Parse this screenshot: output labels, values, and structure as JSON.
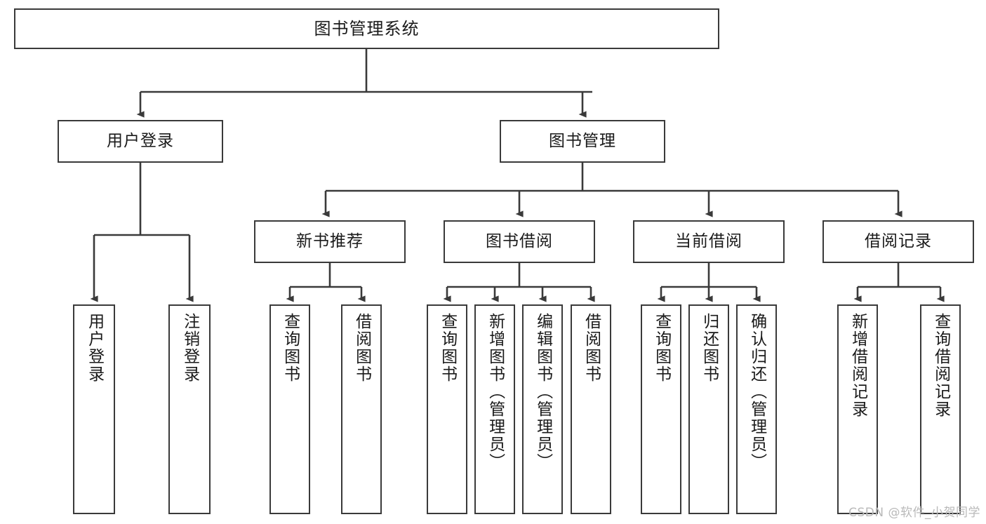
{
  "diagram": {
    "title": "图书管理系统",
    "watermark": "CSDN @软件_小贺同学",
    "colors": {
      "stroke": "#3a3a3a",
      "fill": "#ffffff",
      "text": "#1a1a1a",
      "watermark": "#b9b9b9"
    },
    "nodes": {
      "root": {
        "label": "图书管理系统"
      },
      "level1": [
        {
          "label": "用户登录"
        },
        {
          "label": "图书管理"
        }
      ],
      "level2": [
        {
          "label": "新书推荐"
        },
        {
          "label": "图书借阅"
        },
        {
          "label": "当前借阅"
        },
        {
          "label": "借阅记录"
        }
      ],
      "leaves_user_login": [
        {
          "label": "用户登录"
        },
        {
          "label": "注销登录"
        }
      ],
      "leaves_new_book": [
        {
          "label": "查询图书"
        },
        {
          "label": "借阅图书"
        }
      ],
      "leaves_borrow": [
        {
          "label": "查询图书"
        },
        {
          "label": "新增图书（管理员）"
        },
        {
          "label": "编辑图书（管理员）"
        },
        {
          "label": "借阅图书"
        }
      ],
      "leaves_current": [
        {
          "label": "查询图书"
        },
        {
          "label": "归还图书"
        },
        {
          "label": "确认归还（管理员）"
        }
      ],
      "leaves_records": [
        {
          "label": "新增借阅记录"
        },
        {
          "label": "查询借阅记录"
        }
      ]
    }
  }
}
